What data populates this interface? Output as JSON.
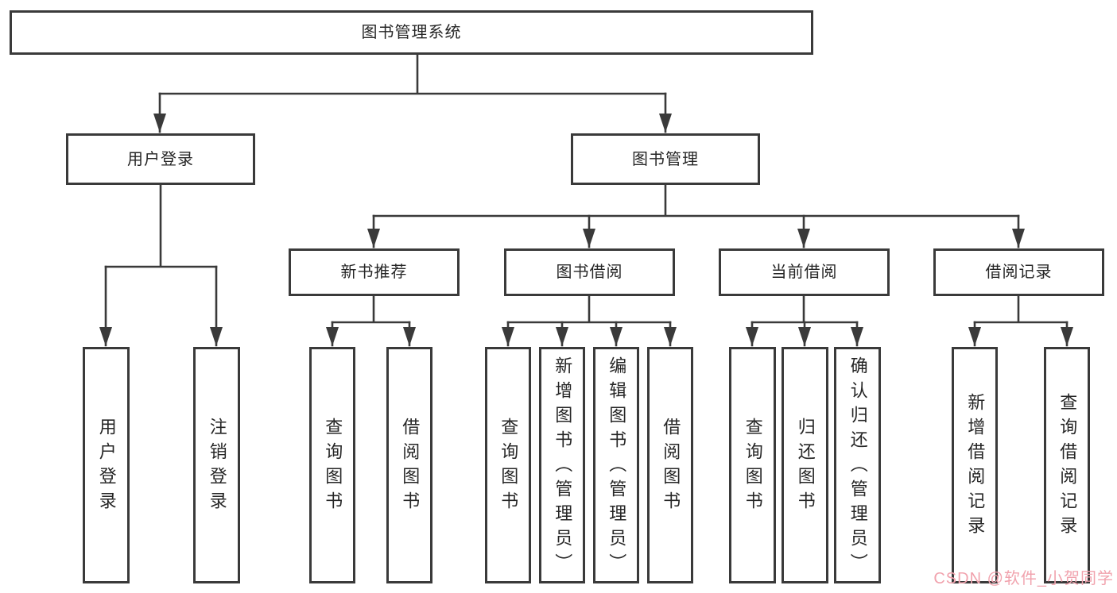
{
  "colors": {
    "line": "#3a3a3a",
    "text": "#262626",
    "background": "#ffffff",
    "watermark": "#f1a3ae"
  },
  "tree": {
    "root": {
      "label": "图书管理系统"
    },
    "branches": [
      {
        "label": "用户登录",
        "children": [
          {
            "label": "用户登录"
          },
          {
            "label": "注销登录"
          }
        ]
      },
      {
        "label": "图书管理",
        "groups": [
          {
            "label": "新书推荐",
            "children": [
              {
                "label": "查询图书"
              },
              {
                "label": "借阅图书"
              }
            ]
          },
          {
            "label": "图书借阅",
            "children": [
              {
                "label": "查询图书"
              },
              {
                "label": "新增图书（管理员）"
              },
              {
                "label": "编辑图书（管理员）"
              },
              {
                "label": "借阅图书"
              }
            ]
          },
          {
            "label": "当前借阅",
            "children": [
              {
                "label": "查询图书"
              },
              {
                "label": "归还图书"
              },
              {
                "label": "确认归还（管理员）"
              }
            ]
          },
          {
            "label": "借阅记录",
            "children": [
              {
                "label": "新增借阅记录"
              },
              {
                "label": "查询借阅记录"
              }
            ]
          }
        ]
      }
    ]
  },
  "watermark": {
    "text": "CSDN @软件_小贺同学"
  }
}
